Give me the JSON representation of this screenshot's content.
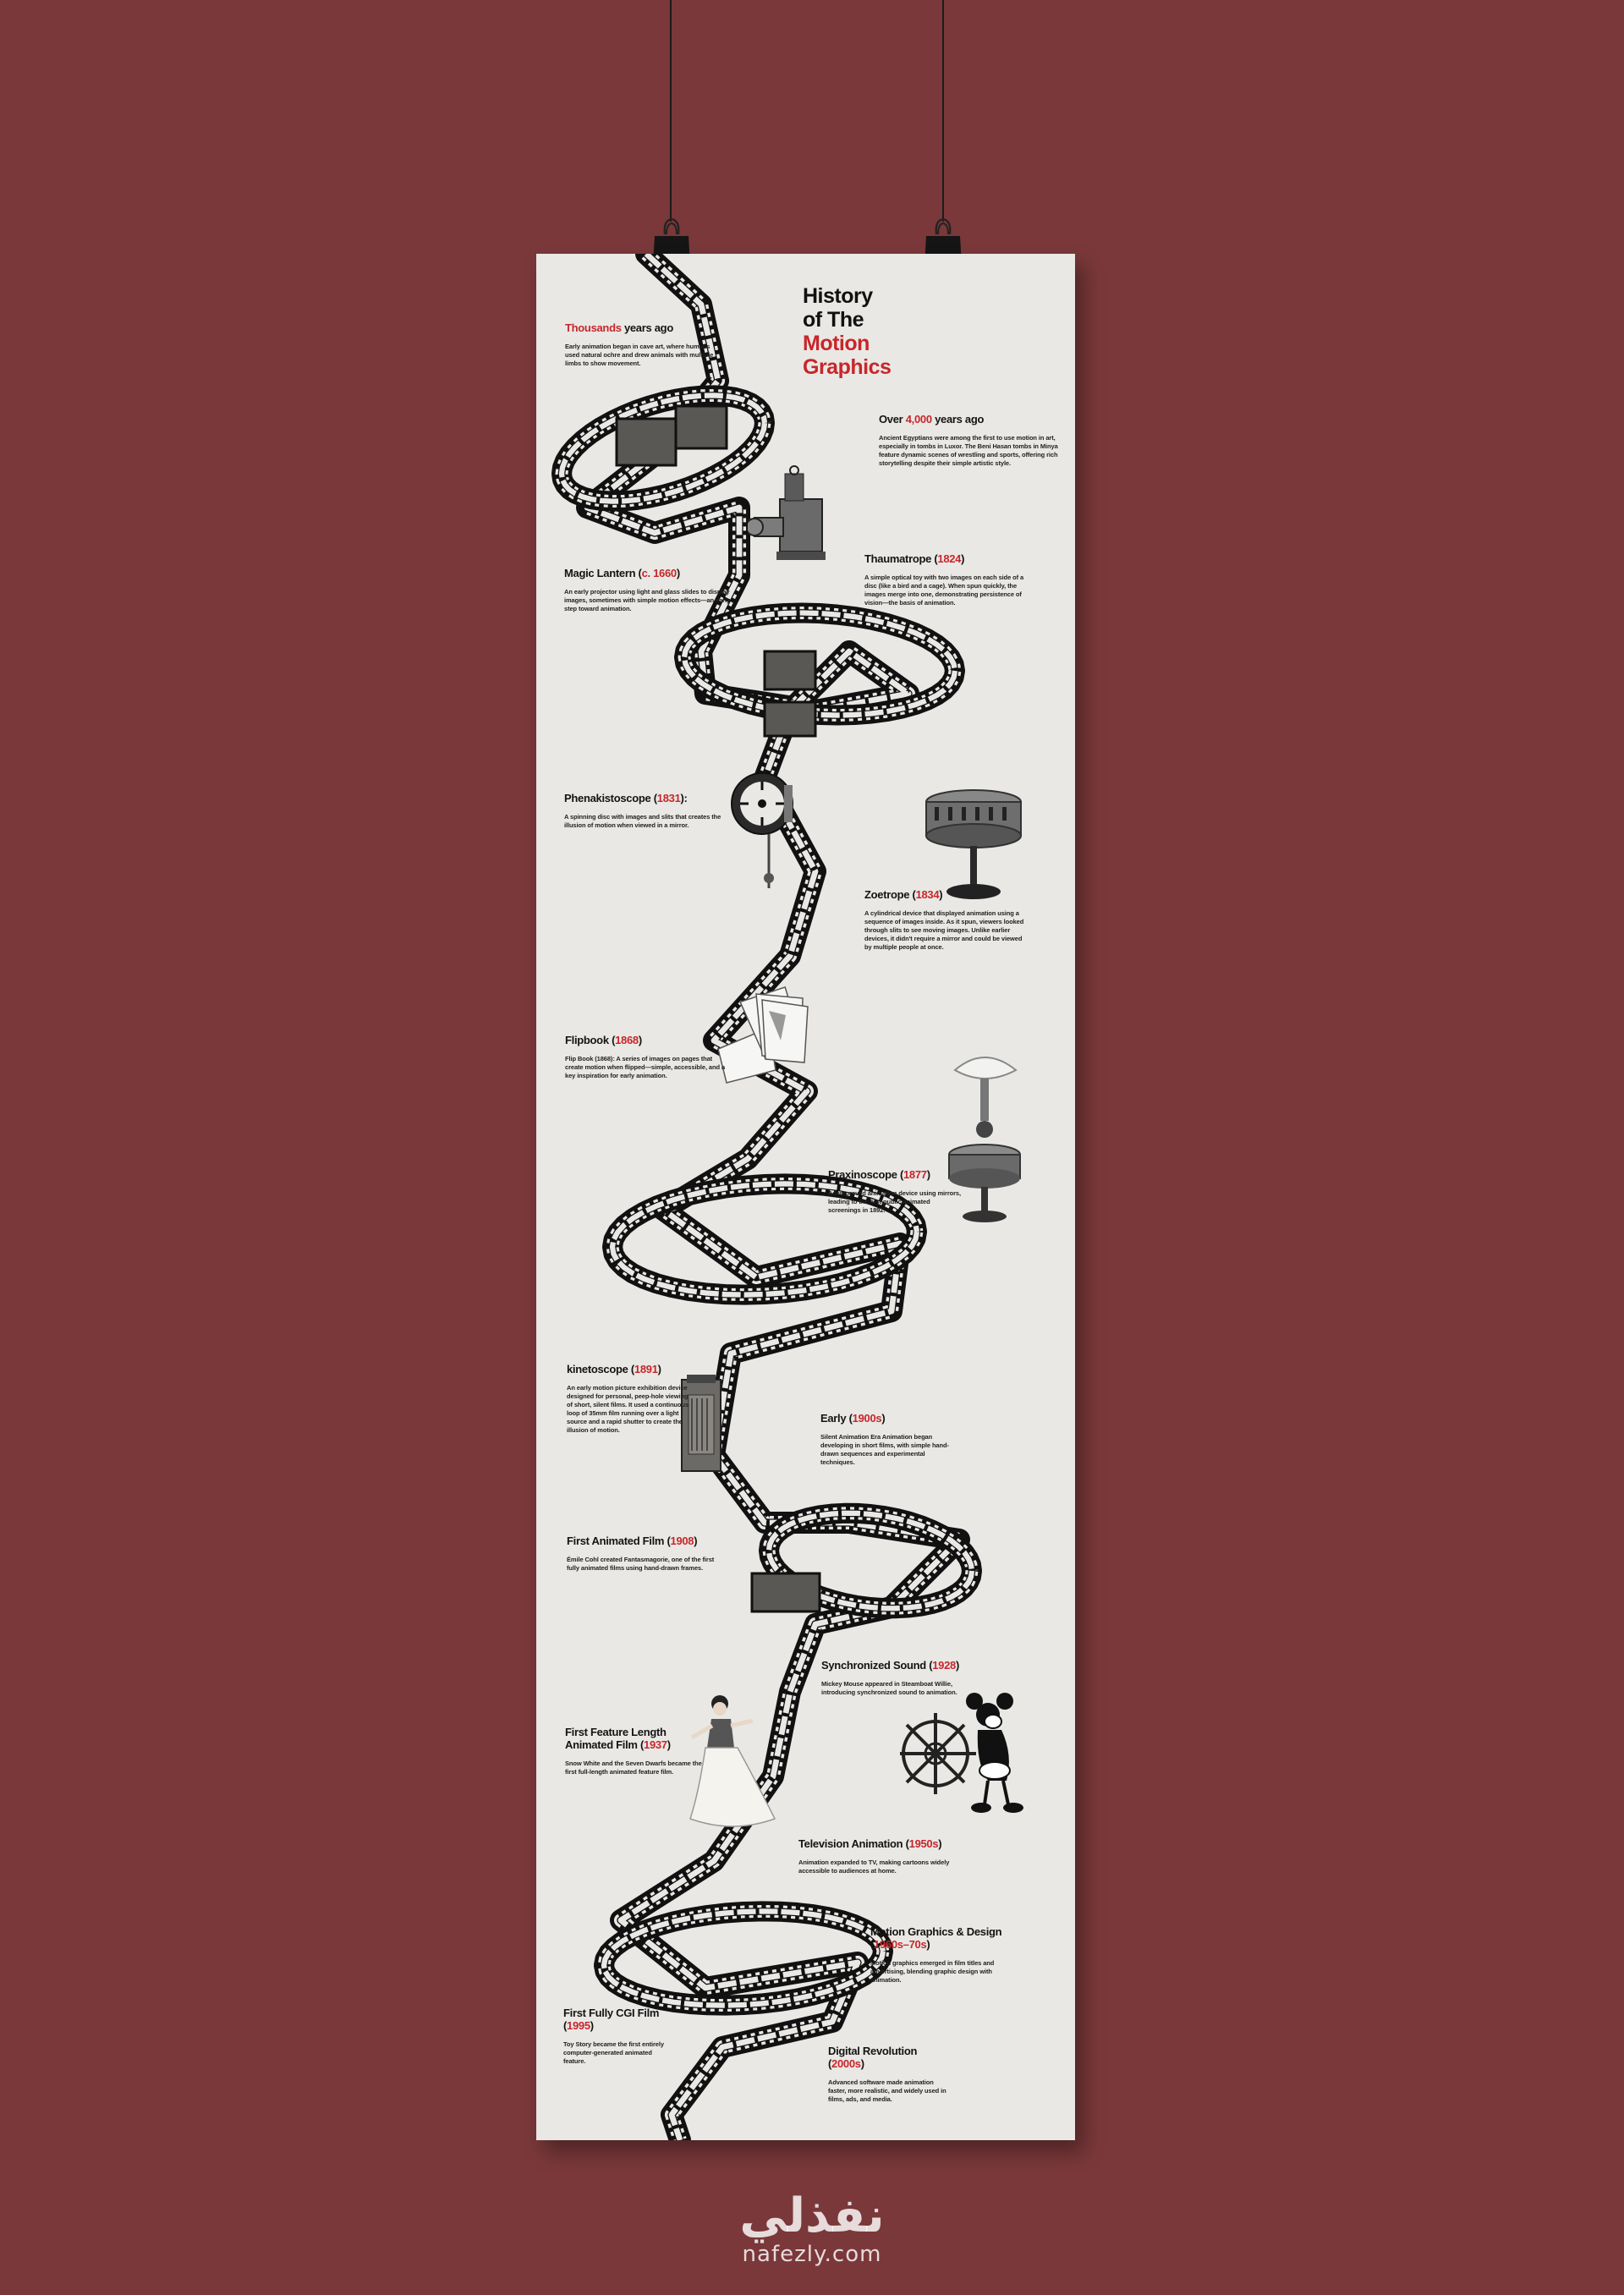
{
  "poster": {
    "title": {
      "line1": "History",
      "line2": "of The",
      "line3": "Motion",
      "line4": "Graphics"
    },
    "events": [
      {
        "pre": "",
        "hl": "Thousands",
        "post": " years ago",
        "desc": "Early animation began in cave art, where humans used natural ochre and drew animals with multiple limbs to show movement."
      },
      {
        "pre": "Over ",
        "hl": "4,000",
        "post": " years ago",
        "desc": "Ancient Egyptians were among the first to use motion in art, especially in tombs in Luxor. The Beni Hasan tombs in Minya feature dynamic scenes of wrestling and sports, offering rich storytelling despite their simple artistic style."
      },
      {
        "pre": "Magic Lantern (",
        "hl": "c. 1660",
        "post": ")",
        "desc": "An early projector using light and glass slides to display images, sometimes with simple motion effects—an early step toward animation."
      },
      {
        "pre": "Thaumatrope (",
        "hl": "1824",
        "post": ")",
        "desc": "A simple optical toy with two images on each side of a disc (like a bird and a cage). When spun quickly, the images merge into one, demonstrating persistence of vision—the basis of animation."
      },
      {
        "pre": "Phenakistoscope (",
        "hl": "1831",
        "post": "):",
        "desc": "A spinning disc with images and slits that creates the illusion of motion when viewed in a mirror."
      },
      {
        "pre": "Zoetrope (",
        "hl": "1834",
        "post": ")",
        "desc": "A cylindrical device that displayed animation using a sequence of images inside. As it spun, viewers looked through slits to see moving images. Unlike earlier devices, it didn't require a mirror and could be viewed by multiple people at once."
      },
      {
        "pre": "Flipbook (",
        "hl": "1868",
        "post": ")",
        "desc": "Flip Book (1868): A series of images on pages that create motion when flipped—simple, accessible, and a key inspiration for early animation."
      },
      {
        "pre": "Praxinoscope (",
        "hl": "1877",
        "post": ")",
        "desc": "An improved animation device using mirrors, leading to the first public animated screenings in 1892."
      },
      {
        "pre": "kinetoscope (",
        "hl": "1891",
        "post": ")",
        "desc": "An early motion picture exhibition device designed for personal, peep-hole viewing of short, silent films. It used a continuous loop of 35mm film running over a light source and a rapid shutter to create the illusion of motion."
      },
      {
        "pre": "Early (",
        "hl": "1900s",
        "post": ")",
        "desc": "Silent Animation Era Animation began developing in short films, with simple hand-drawn sequences and experimental techniques."
      },
      {
        "pre": "First Animated Film (",
        "hl": "1908",
        "post": ")",
        "desc": "Émile Cohl created Fantasmagorie, one of the first fully animated films using hand-drawn frames."
      },
      {
        "pre": "Synchronized Sound (",
        "hl": "1928",
        "post": ")",
        "desc": "Mickey Mouse appeared in Steamboat Willie, introducing synchronized sound to animation."
      },
      {
        "pre": "First Feature Length Animated Film (",
        "hl": "1937",
        "post": ")",
        "desc": "Snow White and the Seven Dwarfs became the first full-length animated feature film."
      },
      {
        "pre": "Television Animation (",
        "hl": "1950s",
        "post": ")",
        "desc": "Animation expanded to TV, making cartoons widely accessible to audiences at home."
      },
      {
        "pre": "Motion Graphics & Design (",
        "hl": "1960s–70s",
        "post": ")",
        "desc": "Motion graphics emerged in film titles and advertising, blending graphic design with animation."
      },
      {
        "pre": "First Fully CGI Film (",
        "hl": "1995",
        "post": ")",
        "desc": "Toy Story became the first entirely computer-generated animated feature."
      },
      {
        "pre": "Digital Revolution (",
        "hl": "2000s",
        "post": ")",
        "desc": "Advanced software made animation faster, more realistic, and widely used in films, ads, and media."
      }
    ]
  },
  "brand": {
    "arabic": "نفذلي",
    "latin": "nafezly.com"
  },
  "colors": {
    "background": "#7a383a",
    "paper": "#e9e8e4",
    "accent": "#c8262b",
    "ink": "#141414"
  }
}
